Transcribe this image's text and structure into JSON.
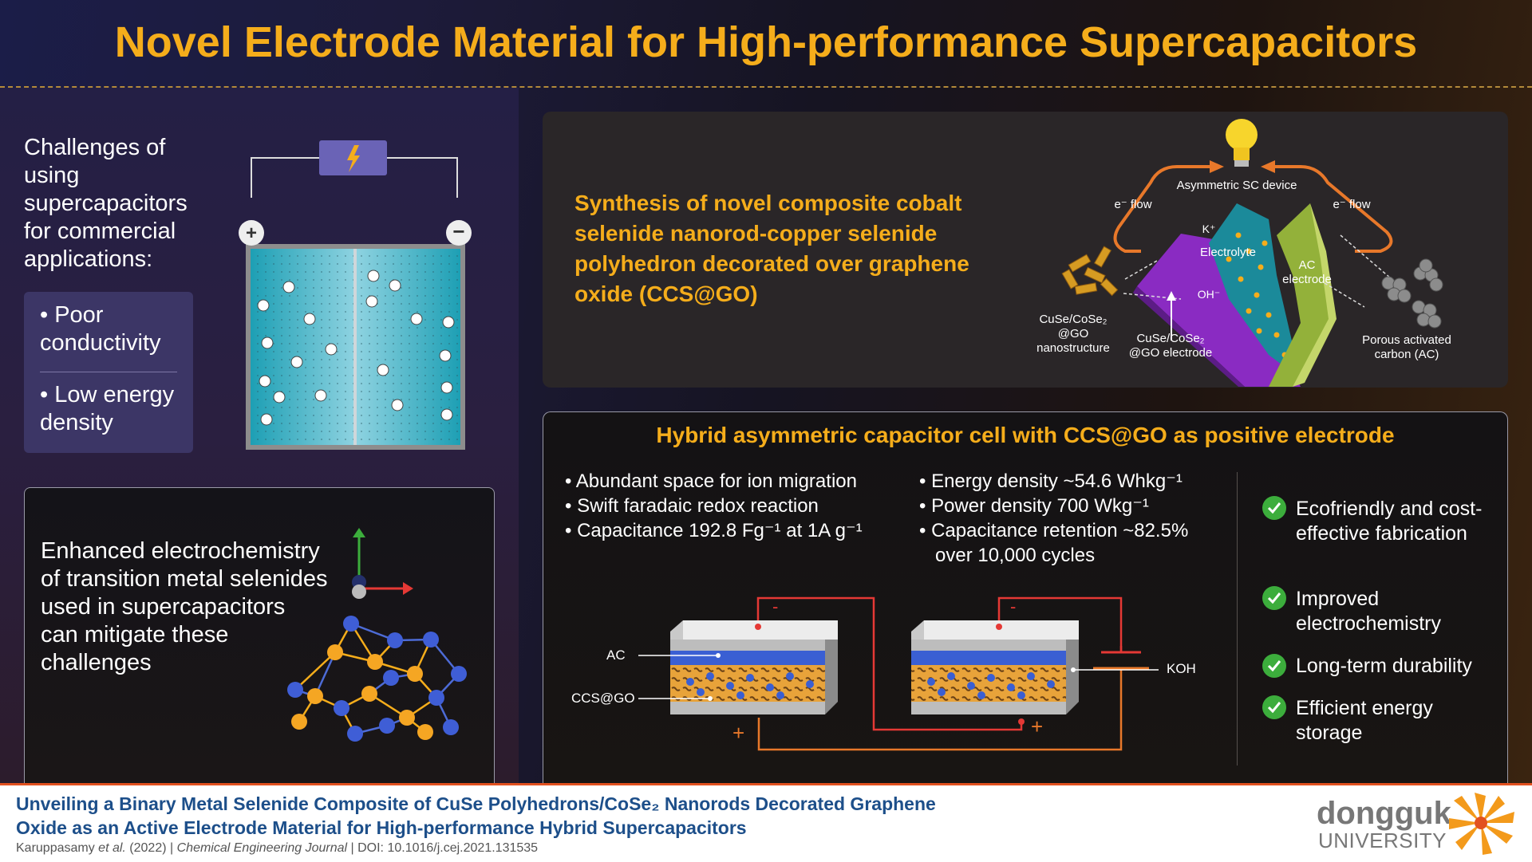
{
  "title": "Novel Electrode Material for High-performance Supercapacitors",
  "challenges": {
    "title": "Challenges of using supercapacitors for commercial applications:",
    "items": [
      "• Poor conductivity",
      "• Low energy density"
    ]
  },
  "enhanced_text": "Enhanced electrochemistry of transition metal selenides used in supercapacitors can mitigate these challenges",
  "synthesis": {
    "text": "Synthesis of novel composite cobalt selenide nanorod-copper selenide polyhedron decorated over graphene oxide (CCS@GO)",
    "labels": {
      "device": "Asymmetric SC device",
      "eflow_left": "e⁻ flow",
      "eflow_right": "e⁻ flow",
      "electrolyte": "Electrolyte",
      "ac_electrode": "AC electrode",
      "nanostructure": "CuSe/CoSe₂ @GO nanostructure",
      "electrode": "CuSe/CoSe₂ @GO electrode",
      "porous": "Porous activated carbon (AC)",
      "ion_k": "K⁺",
      "ion_oh": "OH⁻"
    }
  },
  "hybrid": {
    "title": "Hybrid asymmetric capacitor cell with CCS@GO as positive electrode",
    "bullets_left": [
      "• Abundant space for ion migration",
      "• Swift faradaic redox reaction",
      "• Capacitance 192.8 Fg⁻¹ at 1A g⁻¹"
    ],
    "bullets_mid": [
      "• Energy density ~54.6 Whkg⁻¹",
      "• Power density 700 Wkg⁻¹",
      "• Capacitance retention ~82.5%",
      "   over 10,000 cycles"
    ],
    "features": [
      "Ecofriendly and cost-effective fabrication",
      "Improved electrochemistry",
      "Long-term durability",
      "Efficient energy storage"
    ],
    "cell_labels": {
      "ac": "AC",
      "ccs": "CCS@GO",
      "koh": "KOH",
      "minus": "-",
      "plus": "+"
    }
  },
  "footer": {
    "title": "Unveiling a Binary Metal Selenide Composite of CuSe Polyhedrons/CoSe₂ Nanorods Decorated Graphene Oxide as an Active Electrode Material for High-performance Hybrid Supercapacitors",
    "authors": "Karuppasamy ",
    "etal": "et al.",
    "year": " (2022) | ",
    "journal": "Chemical Engineering Journal",
    "doi": " | DOI: 10.1016/j.cej.2021.131535",
    "logo_top": "dongguk",
    "logo_bottom": "UNIVERSITY"
  },
  "colors": {
    "accent": "#f5ad1b",
    "footer_title": "#1d4f8a",
    "check": "#3cad3c",
    "flow": "#e8782a"
  }
}
